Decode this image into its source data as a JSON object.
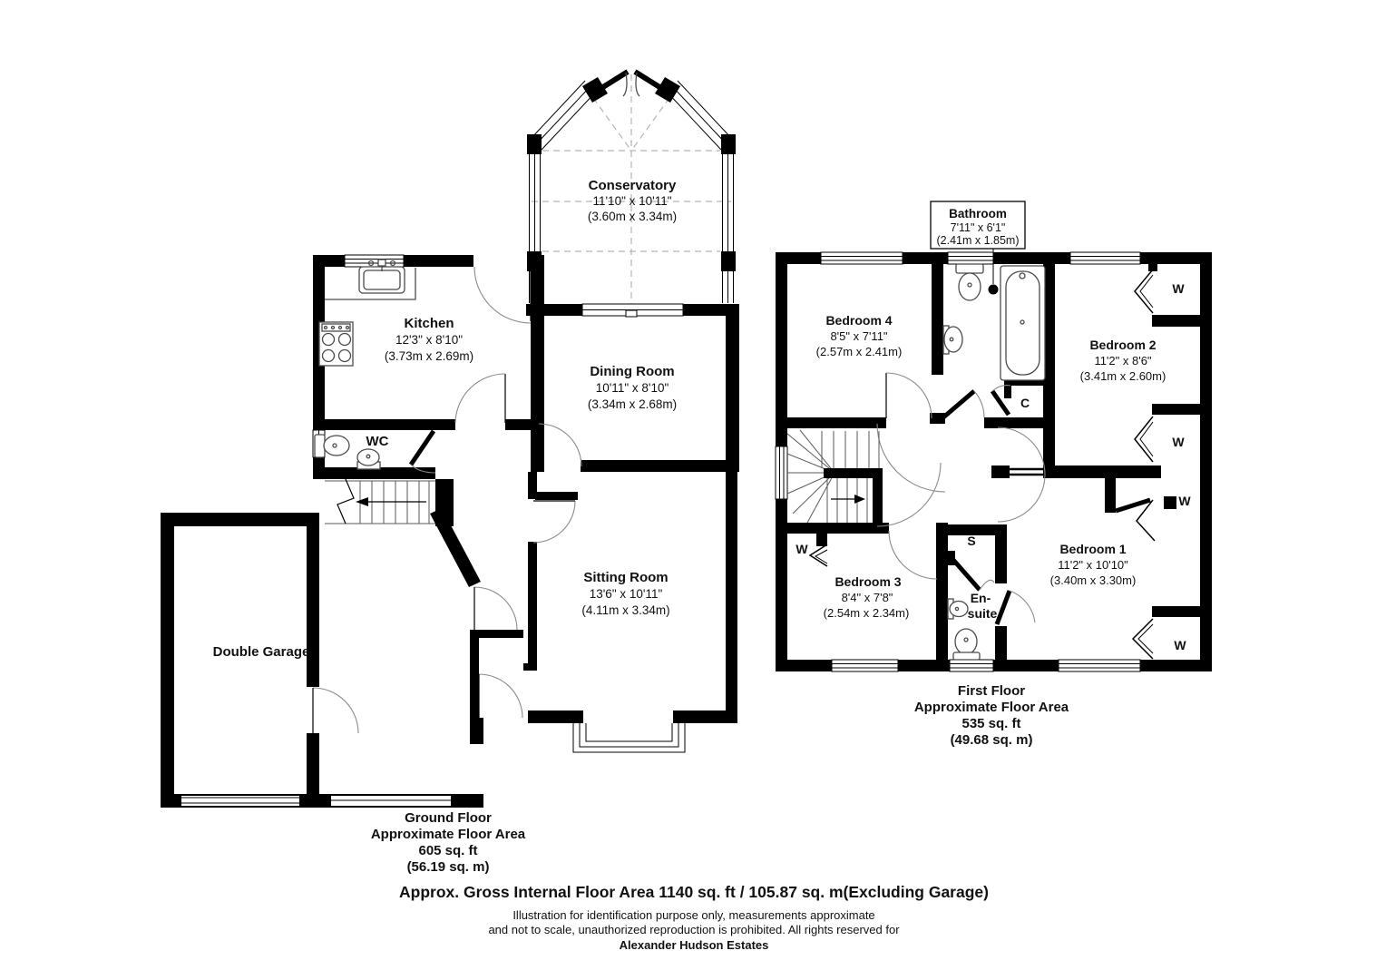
{
  "ground_floor": {
    "rooms": {
      "conservatory": {
        "name": "Conservatory",
        "dims_ft": "11'10\" x 10'11\"",
        "dims_m": "(3.60m x 3.34m)"
      },
      "kitchen": {
        "name": "Kitchen",
        "dims_ft": "12'3\" x 8'10\"",
        "dims_m": "(3.73m x 2.69m)"
      },
      "dining_room": {
        "name": "Dining Room",
        "dims_ft": "10'11\" x 8'10\"",
        "dims_m": "(3.34m x 2.68m)"
      },
      "wc": {
        "name": "WC"
      },
      "sitting_room": {
        "name": "Sitting Room",
        "dims_ft": "13'6\" x 10'11\"",
        "dims_m": "(4.11m x 3.34m)"
      },
      "double_garage": {
        "name": "Double Garage"
      }
    },
    "caption": {
      "title": "Ground Floor",
      "subtitle": "Approximate Floor Area",
      "area_ft": "605 sq. ft",
      "area_m": "(56.19 sq. m)"
    }
  },
  "first_floor": {
    "rooms": {
      "bathroom": {
        "name": "Bathroom",
        "dims_ft": "7'11\" x 6'1\"",
        "dims_m": "(2.41m x 1.85m)"
      },
      "bedroom_4": {
        "name": "Bedroom 4",
        "dims_ft": "8'5\" x 7'11\"",
        "dims_m": "(2.57m x 2.41m)"
      },
      "bedroom_2": {
        "name": "Bedroom 2",
        "dims_ft": "11'2\" x 8'6\"",
        "dims_m": "(3.41m x 2.60m)"
      },
      "bedroom_3": {
        "name": "Bedroom 3",
        "dims_ft": "8'4\" x 7'8\"",
        "dims_m": "(2.54m x 2.34m)"
      },
      "bedroom_1": {
        "name": "Bedroom 1",
        "dims_ft": "11'2\" x 10'10\"",
        "dims_m": "(3.40m x 3.30m)"
      },
      "en_suite": {
        "name_line_1": "En-",
        "name_line_2": "suite"
      }
    },
    "closet_labels": {
      "wardrobe": "W",
      "cupboard": "C",
      "storage": "S"
    },
    "caption": {
      "title": "First Floor",
      "subtitle": "Approximate Floor Area",
      "area_ft": "535 sq. ft",
      "area_m": "(49.68 sq. m)"
    }
  },
  "footer": {
    "line_1": "Approx. Gross Internal Floor Area 1140 sq. ft / 105.87 sq. m(Excluding Garage)",
    "line_2": "Illustration for identification purpose only, measurements approximate",
    "line_3": "and not to scale, unauthorized reproduction is prohibited. All rights reserved for",
    "line_4": "Alexander Hudson Estates"
  },
  "colors": {
    "wall": "#000000",
    "background": "#ffffff",
    "fixture": "#4a4a4a",
    "dash": "#b5b5b5"
  }
}
